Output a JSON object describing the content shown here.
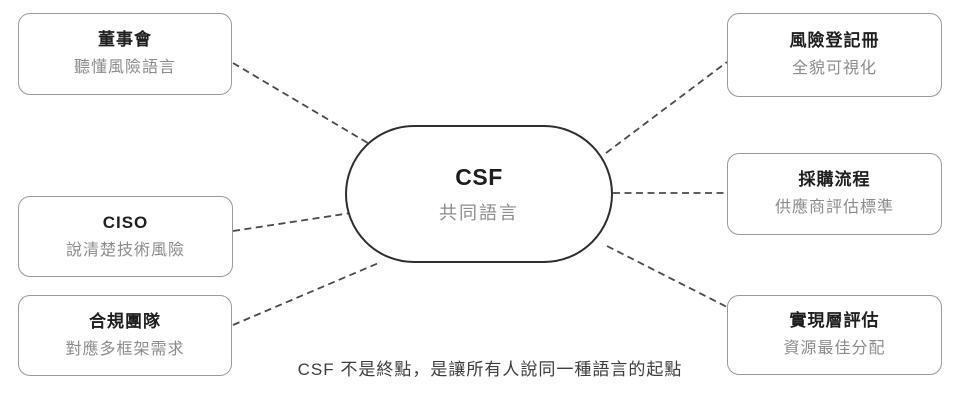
{
  "center": {
    "title": "CSF",
    "subtitle": "共同語言"
  },
  "left_nodes": [
    {
      "title": "董事會",
      "subtitle": "聽懂風險語言"
    },
    {
      "title": "CISO",
      "subtitle": "說清楚技術風險"
    },
    {
      "title": "合規團隊",
      "subtitle": "對應多框架需求"
    }
  ],
  "right_nodes": [
    {
      "title": "風險登記冊",
      "subtitle": "全貌可視化"
    },
    {
      "title": "採購流程",
      "subtitle": "供應商評估標準"
    },
    {
      "title": "實現層評估",
      "subtitle": "資源最佳分配"
    }
  ],
  "caption": "CSF 不是終點，是讓所有人說同一種語言的起點",
  "colors": {
    "box_border": "#9a9a9a",
    "stadium_border": "#2e2e2e",
    "title_text": "#1f1f1f",
    "subtitle_text": "#8c8c8c",
    "connector": "#4a4a4a",
    "caption_text": "#3d3d3d",
    "background": "#ffffff"
  }
}
